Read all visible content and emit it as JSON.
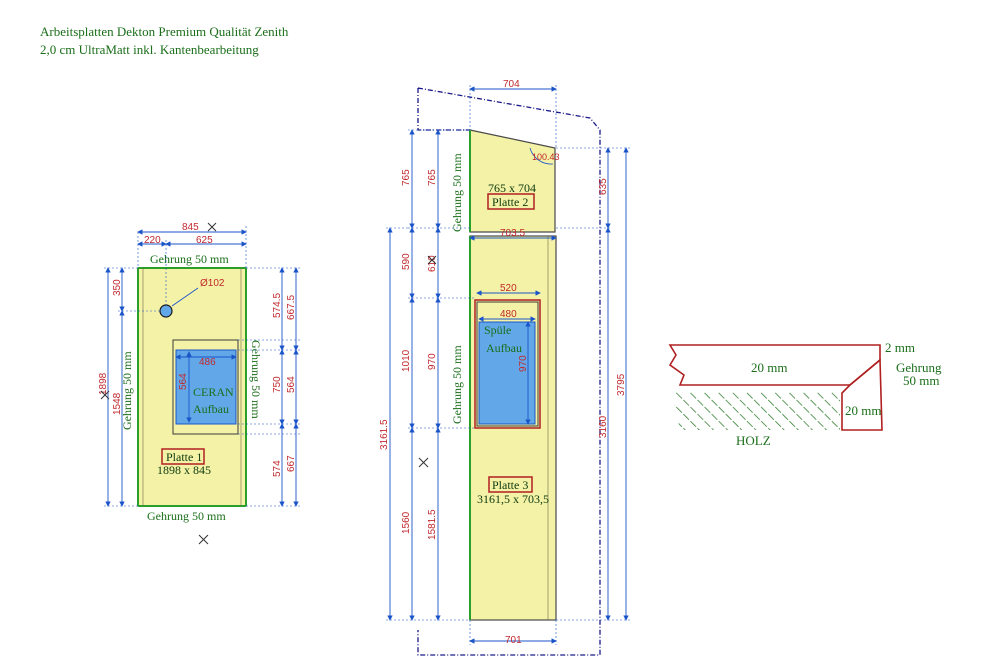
{
  "header": {
    "line1": "Arbeitsplatten Dekton Premium Qualität Zenith",
    "line2": "2,0 cm UltraMatt inkl. Kantenbearbeitung"
  },
  "colors": {
    "plate_fill": "#f4f2a6",
    "cutout_fill": "#62a8e8",
    "dimension_line": "#1c55c8",
    "dimension_text": "#c0282c",
    "label_text": "#1a6e1a",
    "miter_edge": "#2aa02a"
  },
  "plate1": {
    "label": "Platte 1",
    "size": "1898 x 845",
    "miter_top": "Gehrung 50 mm",
    "miter_bottom": "Gehrung 50 mm",
    "miter_left": "Gehrung 50 mm",
    "miter_right": "Gehrung 50 mm",
    "cutout_label_1": "CERAN",
    "cutout_label_2": "Aufbau",
    "hole": "Ø102",
    "dims": {
      "total_width": "845",
      "offset_left": "220",
      "offset_right": "625",
      "cut_width": "486",
      "cut_height": "564",
      "height_outer": "1898",
      "height_inner": "1548",
      "hole_offset": "350",
      "right_top": "574.5",
      "right_top_outer": "667.5",
      "right_mid": "750",
      "right_mid_outer": "564",
      "right_bottom": "574",
      "right_bottom_outer": "667"
    }
  },
  "plate2": {
    "label": "Platte 2",
    "size": "765 x 704",
    "miter_left": "Gehrung 50 mm",
    "angle": "100.43",
    "dims": {
      "top_width": "704",
      "left_height": "765",
      "left_height_inner": "765",
      "right_height": "635"
    }
  },
  "plate3": {
    "label": "Platte 3",
    "size": "3161,5 x 703,5",
    "miter_left": "Gehrung 50 mm",
    "cutout_label_1": "Spüle",
    "cutout_label_2": "Aufbau",
    "dims": {
      "top_width": "703.5",
      "bottom_width": "701",
      "cut_outer_width": "520",
      "cut_inner_width": "480",
      "cut_height": "970",
      "left_top": "590",
      "left_top_inner": "610",
      "left_mid": "1010",
      "left_mid_inner": "970",
      "left_bottom": "1560",
      "left_bottom_inner": "1581.5",
      "total_left": "3161.5",
      "right_mid": "3160",
      "right_total": "3795"
    }
  },
  "edge_detail": {
    "thickness": "20 mm",
    "chamfer": "2 mm",
    "miter": "Gehrung",
    "miter_size": "50 mm",
    "apron": "20 mm",
    "material": "HOLZ"
  }
}
